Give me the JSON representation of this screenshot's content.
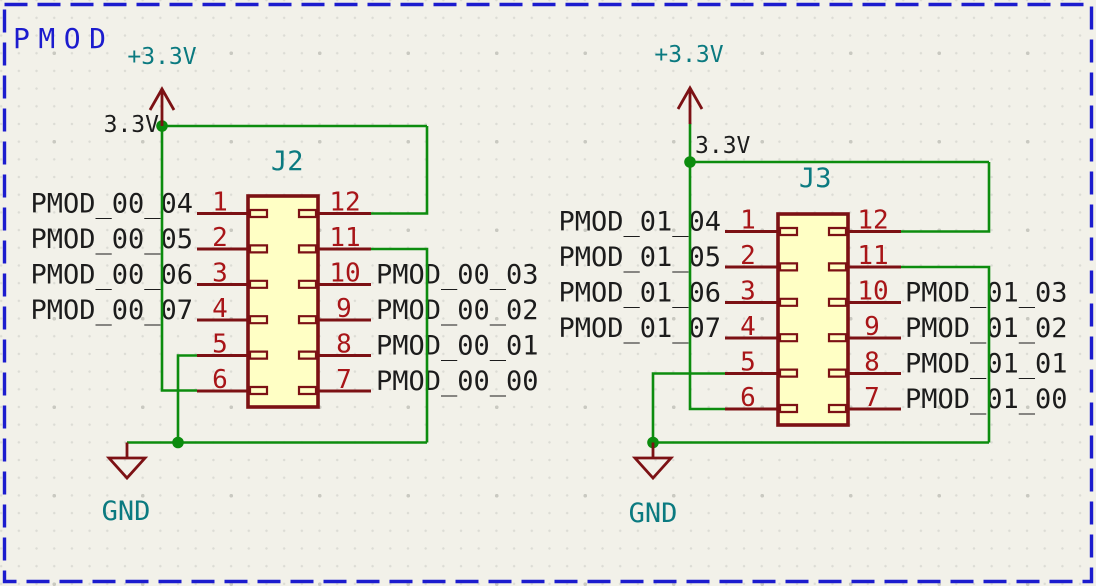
{
  "sheet": {
    "title": "PMOD"
  },
  "power": {
    "vcc_flag": "+3.3V",
    "vcc_net": "3.3V",
    "gnd_flag": "GND"
  },
  "colors": {
    "wire_green": "#0C8C0E",
    "symbol_maroon": "#7C1114",
    "symbol_fill_yellow": "#FFFFC5",
    "pin_number_red": "#A81518",
    "label_black": "#1C1C1C",
    "field_teal": "#0B7A80",
    "sheet_blue": "#1C1CCE",
    "background": "#F2F1E9"
  },
  "connectors": [
    {
      "reference": "J2",
      "left_pins": [
        {
          "number": "1",
          "label": "PMOD_00_04"
        },
        {
          "number": "2",
          "label": "PMOD_00_05"
        },
        {
          "number": "3",
          "label": "PMOD_00_06"
        },
        {
          "number": "4",
          "label": "PMOD_00_07"
        },
        {
          "number": "5",
          "label": ""
        },
        {
          "number": "6",
          "label": ""
        }
      ],
      "right_pins": [
        {
          "number": "12",
          "label": ""
        },
        {
          "number": "11",
          "label": ""
        },
        {
          "number": "10",
          "label": "PMOD_00_03"
        },
        {
          "number": "9",
          "label": "PMOD_00_02"
        },
        {
          "number": "8",
          "label": "PMOD_00_01"
        },
        {
          "number": "7",
          "label": "PMOD_00_00"
        }
      ]
    },
    {
      "reference": "J3",
      "left_pins": [
        {
          "number": "1",
          "label": "PMOD_01_04"
        },
        {
          "number": "2",
          "label": "PMOD_01_05"
        },
        {
          "number": "3",
          "label": "PMOD_01_06"
        },
        {
          "number": "4",
          "label": "PMOD_01_07"
        },
        {
          "number": "5",
          "label": ""
        },
        {
          "number": "6",
          "label": ""
        }
      ],
      "right_pins": [
        {
          "number": "12",
          "label": ""
        },
        {
          "number": "11",
          "label": ""
        },
        {
          "number": "10",
          "label": "PMOD_01_03"
        },
        {
          "number": "9",
          "label": "PMOD_01_02"
        },
        {
          "number": "8",
          "label": "PMOD_01_01"
        },
        {
          "number": "7",
          "label": "PMOD_01_00"
        }
      ]
    }
  ]
}
